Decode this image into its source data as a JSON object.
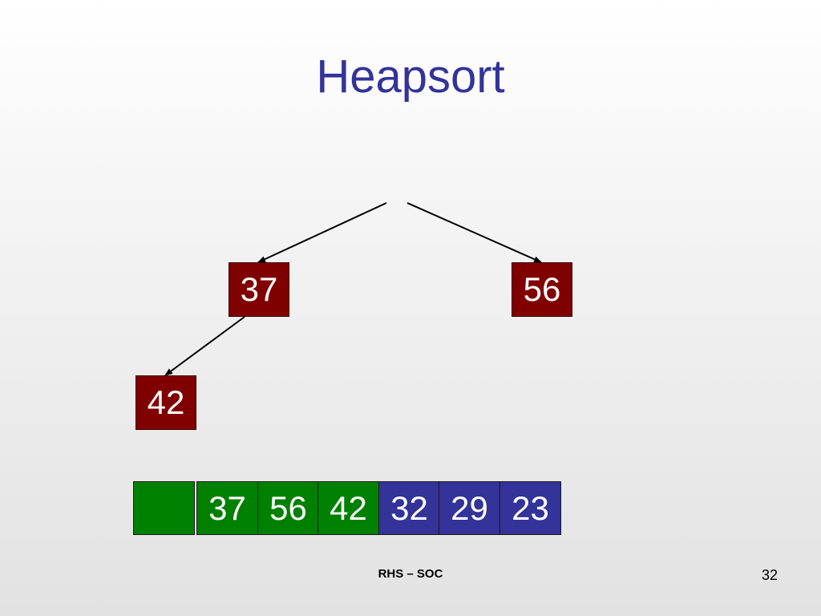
{
  "slide": {
    "title": "Heapsort",
    "footer": "RHS – SOC",
    "page_number": "32"
  },
  "tree": {
    "nodes": [
      {
        "id": "left-child",
        "label": "37"
      },
      {
        "id": "right-child",
        "label": "56"
      },
      {
        "id": "left-grandchild",
        "label": "42"
      }
    ],
    "edges": [
      {
        "from": "root",
        "to": "left-child"
      },
      {
        "from": "root",
        "to": "right-child"
      },
      {
        "from": "left-child",
        "to": "left-grandchild"
      }
    ]
  },
  "array": {
    "cells": [
      {
        "value": "",
        "state": "heap",
        "color": "#008000"
      },
      {
        "value": "37",
        "state": "heap",
        "color": "#008000"
      },
      {
        "value": "56",
        "state": "heap",
        "color": "#008000"
      },
      {
        "value": "42",
        "state": "heap",
        "color": "#008000"
      },
      {
        "value": "32",
        "state": "sorted",
        "color": "#333399"
      },
      {
        "value": "29",
        "state": "sorted",
        "color": "#333399"
      },
      {
        "value": "23",
        "state": "sorted",
        "color": "#333399"
      }
    ]
  },
  "colors": {
    "title": "#333399",
    "node": "#800000",
    "heap_cell": "#008000",
    "sorted_cell": "#333399"
  }
}
